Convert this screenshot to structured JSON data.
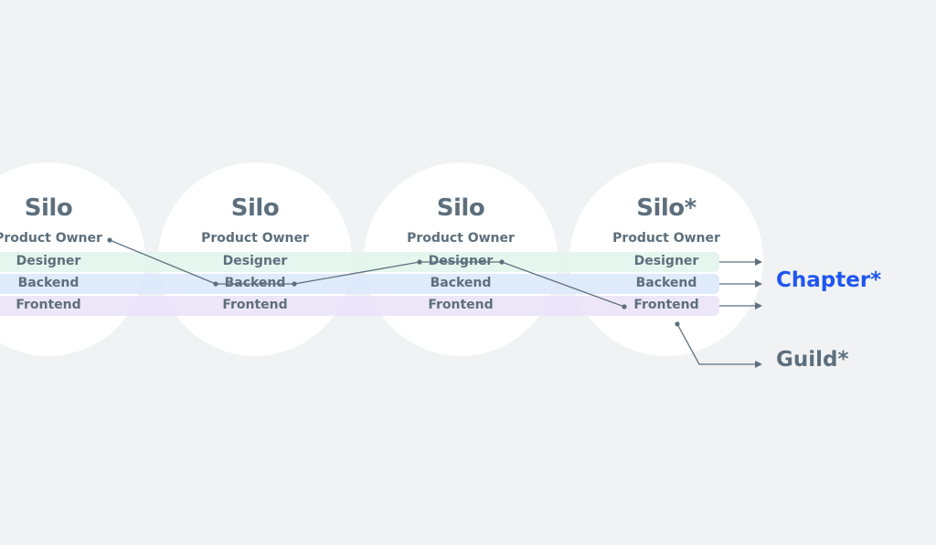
{
  "diagram": {
    "silos": [
      {
        "title": "Silo",
        "owner": "Product Owner",
        "roles": {
          "designer": "Designer",
          "backend": "Backend",
          "frontend": "Frontend"
        }
      },
      {
        "title": "Silo",
        "owner": "Product Owner",
        "roles": {
          "designer": "Designer",
          "backend": "Backend",
          "frontend": "Frontend"
        }
      },
      {
        "title": "Silo",
        "owner": "Product Owner",
        "roles": {
          "designer": "Designer",
          "backend": "Backend",
          "frontend": "Frontend"
        }
      },
      {
        "title": "Silo*",
        "owner": "Product Owner",
        "roles": {
          "designer": "Designer",
          "backend": "Backend",
          "frontend": "Frontend"
        }
      }
    ],
    "chapter_label": "Chapter*",
    "guild_label": "Guild*",
    "colors": {
      "background": "#f1f2f4",
      "circle": "#ffffff",
      "text": "#5d6f7d",
      "chapter_accent": "#1f56f0",
      "designer_band": "#e2f5ec",
      "backend_band": "#dce8fb",
      "frontend_band": "#ece4f9",
      "connector": "#5d6f7d"
    }
  }
}
